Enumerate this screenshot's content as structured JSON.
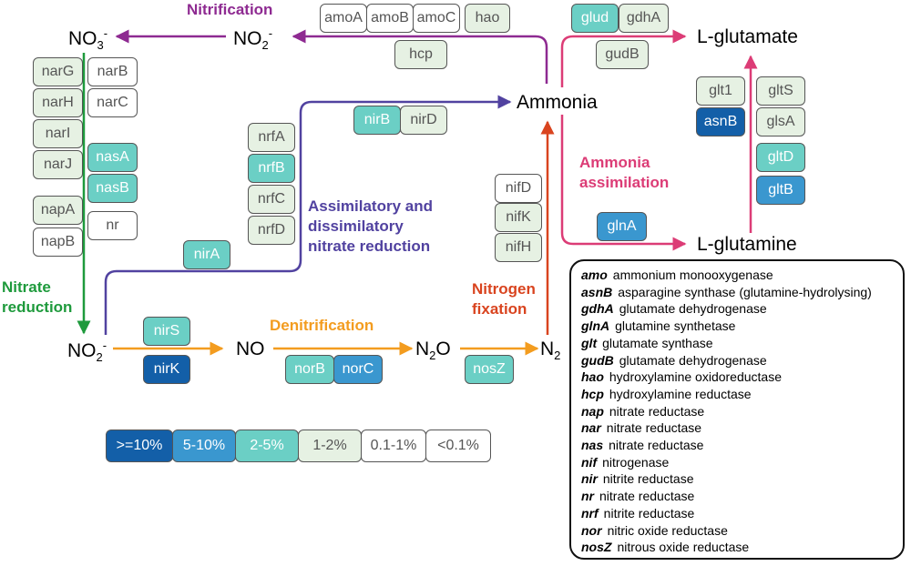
{
  "nodes": {
    "nitrate": {
      "base": "NO",
      "sub": "3",
      "sup": "-"
    },
    "nitrite_top": {
      "base": "NO",
      "sub": "2",
      "sup": "-"
    },
    "ammonia": "Ammonia",
    "l_glutamate": "L-glutamate",
    "l_glutamine": "L-glutamine",
    "nitrite_bottom": {
      "base": "NO",
      "sub": "2",
      "sup": "-"
    },
    "no": "NO",
    "n2o": {
      "pre": "N",
      "sub": "2",
      "post": "O"
    },
    "n2": {
      "base": "N",
      "sub": "2"
    }
  },
  "pathways": {
    "nitrification": "Nitrification",
    "nitrate_reduction": [
      "Nitrate",
      "reduction"
    ],
    "assimilatory": [
      "Assimilatory and",
      "dissimilatory",
      "nitrate reduction"
    ],
    "denitrification": "Denitrification",
    "nitrogen_fixation": [
      "Nitrogen",
      "fixation"
    ],
    "ammonia_assimilation": [
      "Ammonia",
      "assimilation"
    ]
  },
  "pathway_colors": {
    "nitrification": "#8e2a91",
    "nitrate_reduction": "#1e9a3c",
    "assimilatory": "#5142a0",
    "denitrification": "#f39c1f",
    "nitrogen_fixation": "#d9441f",
    "ammonia_assimilation": "#dc3c76"
  },
  "genes": [
    {
      "id": "amoA",
      "label": "amoA",
      "level": 0
    },
    {
      "id": "amoB",
      "label": "amoB",
      "level": 0
    },
    {
      "id": "amoC",
      "label": "amoC",
      "level": 0
    },
    {
      "id": "hao",
      "label": "hao",
      "level": 1
    },
    {
      "id": "hcp",
      "label": "hcp",
      "level": 1
    },
    {
      "id": "narG",
      "label": "narG",
      "level": 1
    },
    {
      "id": "narB",
      "label": "narB",
      "level": 0
    },
    {
      "id": "narH",
      "label": "narH",
      "level": 1
    },
    {
      "id": "narC",
      "label": "narC",
      "level": 0
    },
    {
      "id": "narI",
      "label": "narI",
      "level": 1
    },
    {
      "id": "narJ",
      "label": "narJ",
      "level": 1
    },
    {
      "id": "nasA",
      "label": "nasA",
      "level": 2
    },
    {
      "id": "nasB",
      "label": "nasB",
      "level": 2
    },
    {
      "id": "napA",
      "label": "napA",
      "level": 1
    },
    {
      "id": "napB",
      "label": "napB",
      "level": 0
    },
    {
      "id": "nr",
      "label": "nr",
      "level": 0
    },
    {
      "id": "nrfA",
      "label": "nrfA",
      "level": 1
    },
    {
      "id": "nrfB",
      "label": "nrfB",
      "level": 2
    },
    {
      "id": "nrfC",
      "label": "nrfC",
      "level": 1
    },
    {
      "id": "nrfD",
      "label": "nrfD",
      "level": 1
    },
    {
      "id": "nirB",
      "label": "nirB",
      "level": 2
    },
    {
      "id": "nirD",
      "label": "nirD",
      "level": 1
    },
    {
      "id": "nirA",
      "label": "nirA",
      "level": 2
    },
    {
      "id": "nifD",
      "label": "nifD",
      "level": 0
    },
    {
      "id": "nifK",
      "label": "nifK",
      "level": 1
    },
    {
      "id": "nifH",
      "label": "nifH",
      "level": 1
    },
    {
      "id": "glud",
      "label": "glud",
      "level": 2
    },
    {
      "id": "gdhA",
      "label": "gdhA",
      "level": 1
    },
    {
      "id": "gudB",
      "label": "gudB",
      "level": 1
    },
    {
      "id": "glt1",
      "label": "glt1",
      "level": 1
    },
    {
      "id": "gltS",
      "label": "gltS",
      "level": 1
    },
    {
      "id": "asnB",
      "label": "asnB",
      "level": 4
    },
    {
      "id": "glsA",
      "label": "glsA",
      "level": 1
    },
    {
      "id": "gltD",
      "label": "gltD",
      "level": 2
    },
    {
      "id": "gltB",
      "label": "gltB",
      "level": 3
    },
    {
      "id": "glnA",
      "label": "glnA",
      "level": 3
    },
    {
      "id": "nirS",
      "label": "nirS",
      "level": 2
    },
    {
      "id": "nirK",
      "label": "nirK",
      "level": 4
    },
    {
      "id": "norB",
      "label": "norB",
      "level": 2
    },
    {
      "id": "norC",
      "label": "norC",
      "level": 3
    },
    {
      "id": "nosZ",
      "label": "nosZ",
      "level": 2
    }
  ],
  "scale": {
    "labels": [
      ">=10%",
      "5-10%",
      "2-5%",
      "1-2%",
      "0.1-1%",
      "<0.1%"
    ],
    "levels": [
      4,
      3,
      2,
      1,
      0,
      0
    ]
  },
  "level_colors": [
    "#ffffff",
    "#e6f1e3",
    "#6bcfc5",
    "#3a97cf",
    "#135fa8"
  ],
  "legend": [
    {
      "abbr": "amo",
      "name": "ammonium monooxygenase"
    },
    {
      "abbr": "asnB",
      "name": "asparagine synthase (glutamine-hydrolysing)"
    },
    {
      "abbr": "gdhA",
      "name": "glutamate dehydrogenase"
    },
    {
      "abbr": "glnA",
      "name": "glutamine synthetase"
    },
    {
      "abbr": "glt",
      "name": "glutamate synthase"
    },
    {
      "abbr": "gudB",
      "name": "glutamate dehydrogenase"
    },
    {
      "abbr": "hao",
      "name": "hydroxylamine oxidoreductase"
    },
    {
      "abbr": "hcp",
      "name": "hydroxylamine reductase"
    },
    {
      "abbr": "nap",
      "name": "nitrate reductase"
    },
    {
      "abbr": "nar",
      "name": "nitrate reductase"
    },
    {
      "abbr": "nas",
      "name": "nitrate reductase"
    },
    {
      "abbr": "nif",
      "name": "nitrogenase"
    },
    {
      "abbr": "nir",
      "name": "nitrite reductase"
    },
    {
      "abbr": "nr",
      "name": "nitrate reductase"
    },
    {
      "abbr": "nrf",
      "name": "nitrite reductase"
    },
    {
      "abbr": "nor",
      "name": "nitric oxide reductase"
    },
    {
      "abbr": "nosZ",
      "name": "nitrous oxide reductase"
    }
  ]
}
